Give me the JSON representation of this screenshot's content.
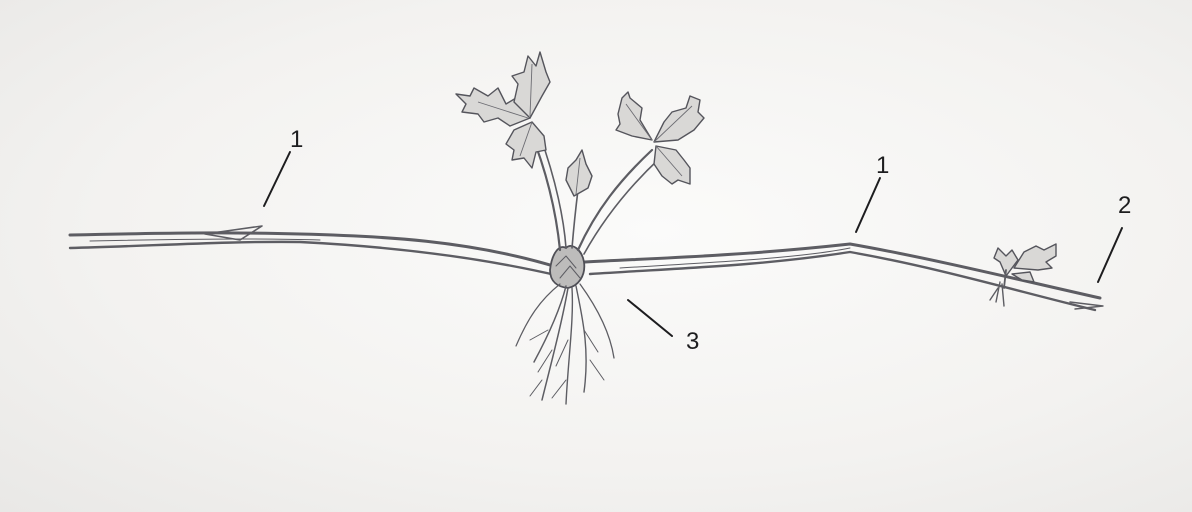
{
  "labels": [
    {
      "id": "label-1-left",
      "text": "1"
    },
    {
      "id": "label-1-right",
      "text": "1"
    },
    {
      "id": "label-2",
      "text": "2"
    },
    {
      "id": "label-3",
      "text": "3"
    }
  ]
}
